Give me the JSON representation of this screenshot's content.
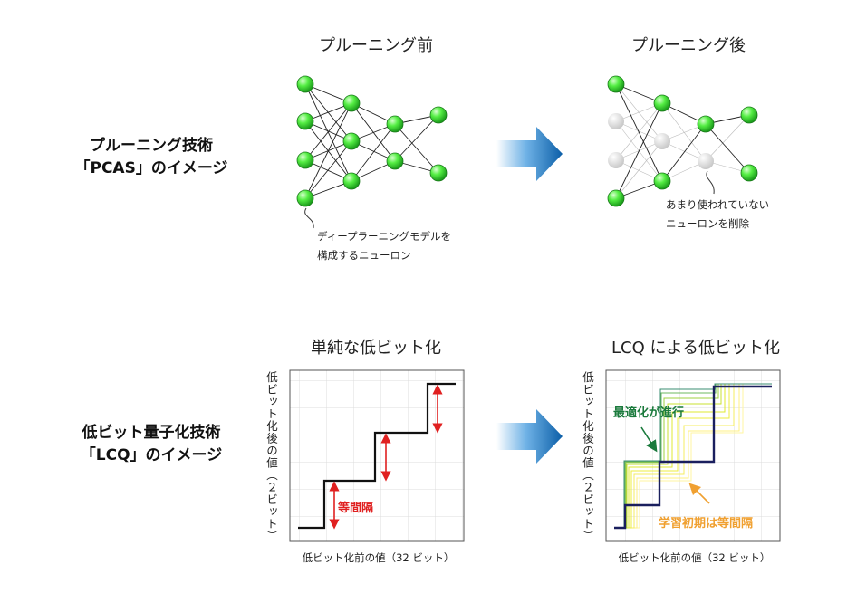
{
  "sections": {
    "pruning_label_1": "プルーニング技術",
    "pruning_label_2": "「PCAS」のイメージ",
    "lcq_label_1": "低ビット量子化技術",
    "lcq_label_2": "「LCQ」のイメージ"
  },
  "pruning": {
    "before_title": "プルーニング前",
    "after_title": "プルーニング後",
    "before_note_1": "ディープラーニングモデルを",
    "before_note_2": "構成するニューロン",
    "after_note_1": "あまり使われていない",
    "after_note_2": "ニューロンを削除"
  },
  "quantization": {
    "simple_title": "単純な低ビット化",
    "lcq_title": "LCQ による低ビット化",
    "y_axis_label": "低ビット化後の値（２ビット）",
    "x_axis_label": "低ビット化前の値（32 ビット）",
    "equal_interval_label": "等間隔",
    "optimization_label": "最適化が進行",
    "initial_label": "学習初期は等間隔"
  },
  "colors": {
    "neuron_active": "#33dd33",
    "neuron_removed": "#d8d8d8",
    "arrow": "#1477c2",
    "red_annotation": "#e02020",
    "green_annotation": "#1a7a3c",
    "orange_annotation": "#f0a030",
    "step_line": "#111111",
    "optimized_line": "#1a1f5e"
  }
}
